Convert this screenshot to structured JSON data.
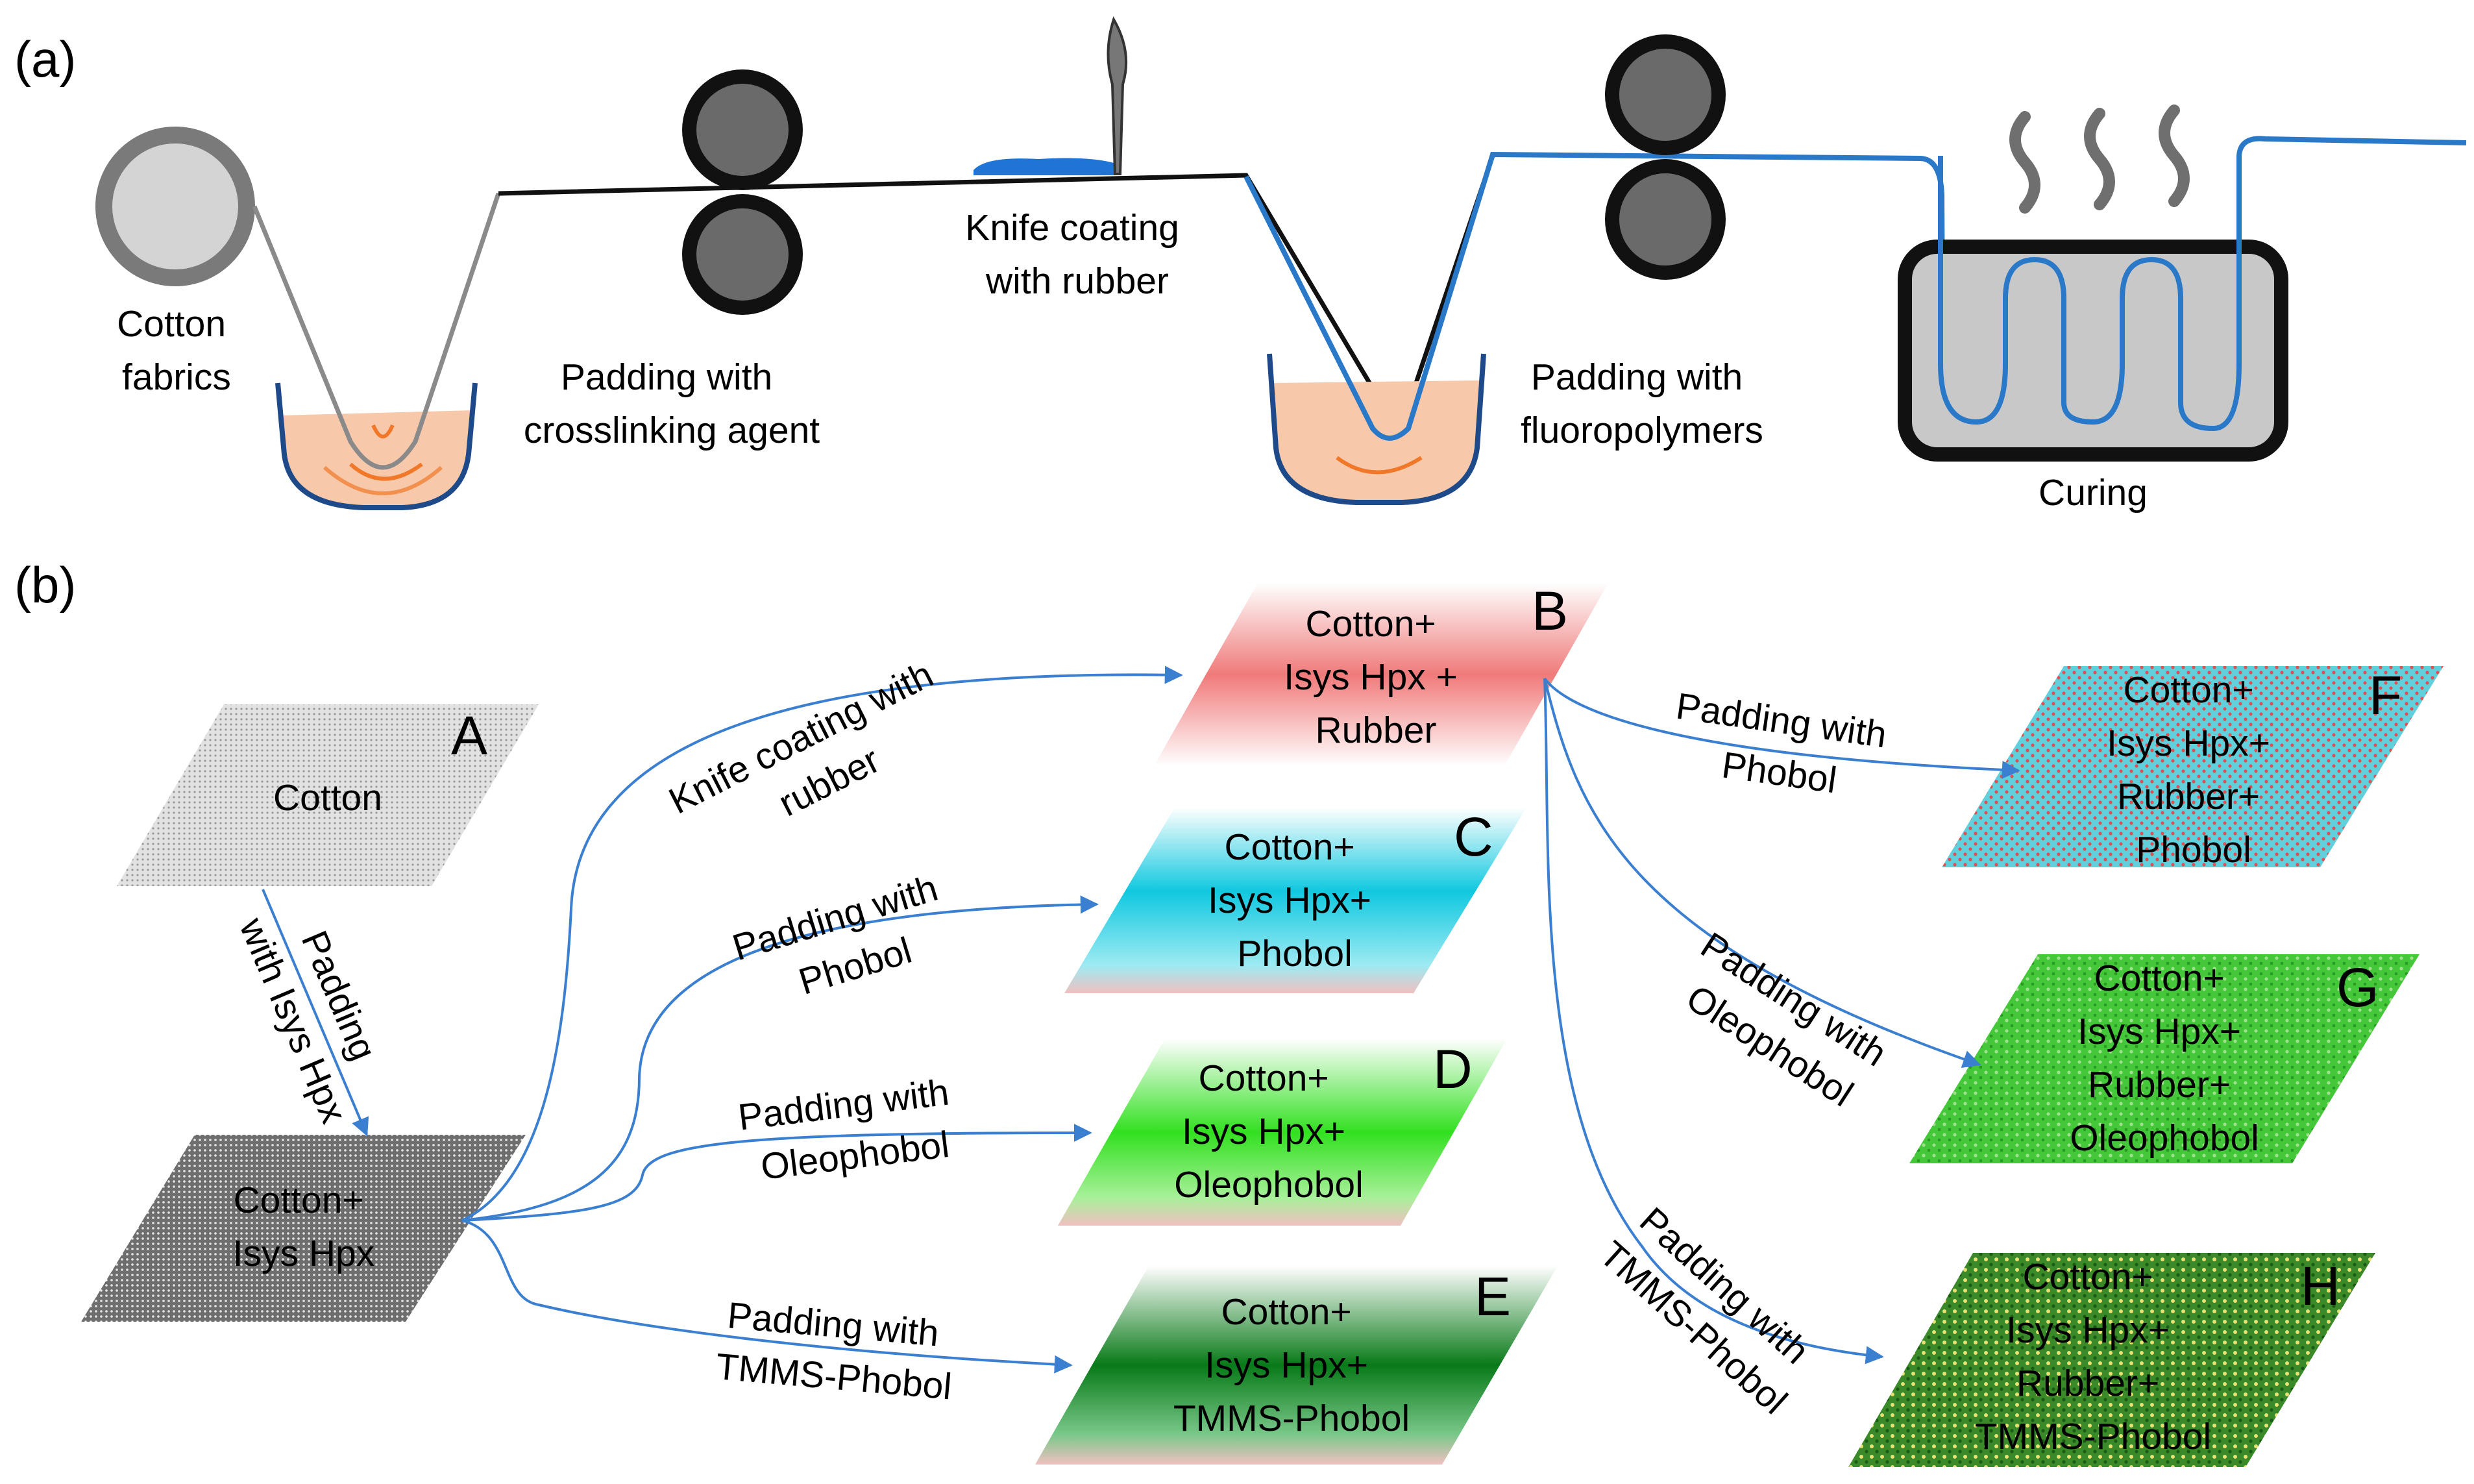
{
  "panel_a": {
    "label": "(a)",
    "steps": {
      "cotton": [
        "Cotton",
        "fabrics"
      ],
      "crosslink": [
        "Padding with",
        "crosslinking agent"
      ],
      "knife": [
        "Knife coating",
        "with rubber"
      ],
      "fluoro": [
        "Padding with",
        "fluoropolymers"
      ],
      "curing": "Curing"
    }
  },
  "panel_b": {
    "label": "(b)",
    "nodes": {
      "A": {
        "letter": "A",
        "lines": [
          "Cotton"
        ]
      },
      "A2": {
        "lines": [
          "Cotton+",
          "Isys Hpx"
        ]
      },
      "B": {
        "letter": "B",
        "lines": [
          "Cotton+",
          "Isys Hpx +",
          "Rubber"
        ]
      },
      "C": {
        "letter": "C",
        "lines": [
          "Cotton+",
          "Isys Hpx+",
          "Phobol"
        ]
      },
      "D": {
        "letter": "D",
        "lines": [
          "Cotton+",
          "Isys Hpx+",
          "Oleophobol"
        ]
      },
      "E": {
        "letter": "E",
        "lines": [
          "Cotton+",
          "Isys Hpx+",
          "TMMS-Phobol"
        ]
      },
      "F": {
        "letter": "F",
        "lines": [
          "Cotton+",
          "Isys Hpx+",
          "Rubber+",
          "Phobol"
        ]
      },
      "G": {
        "letter": "G",
        "lines": [
          "Cotton+",
          "Isys Hpx+",
          "Rubber+",
          "Oleophobol"
        ]
      },
      "H": {
        "letter": "H",
        "lines": [
          "Cotton+",
          "Isys Hpx+",
          "Rubber+",
          "TMMS-Phobol"
        ]
      }
    },
    "edges": {
      "a_to_a2": [
        "Padding",
        "with Isys Hpx"
      ],
      "to_B": [
        "Knife coating with",
        "rubber"
      ],
      "to_C": [
        "Padding with",
        "Phobol"
      ],
      "to_D": [
        "Padding with",
        "Oleophobol"
      ],
      "to_E": [
        "Padding with",
        "TMMS-Phobol"
      ],
      "to_F": [
        "Padding with",
        "Phobol"
      ],
      "to_G": [
        "Padding with",
        "Oleophobol"
      ],
      "to_H": [
        "Padding with",
        "TMMS-Phobol"
      ]
    }
  },
  "colors": {
    "line_blue": "#2a78c8",
    "arrow_blue": "#3b7fd0",
    "roller": "#6a6a6a",
    "bath": "#f7c9aa",
    "swatch_grey": "#c8c8c8",
    "swatch_red": "#f08a8a",
    "swatch_cyan": "#18c8e0",
    "swatch_lime": "#40e020",
    "swatch_darkgreen": "#0a7a1a"
  }
}
